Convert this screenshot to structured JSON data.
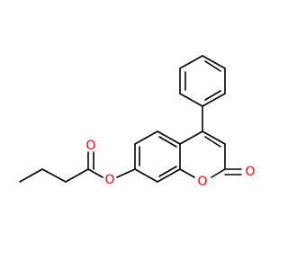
{
  "structure": {
    "atoms": {
      "ester_o": "O",
      "carbonyl_o_ester": "O",
      "ring_o": "O",
      "carbonyl_o_lactone": "O"
    },
    "colors": {
      "oxygen": "#ff0000",
      "bond": "#000000",
      "background": "#ffffff"
    }
  }
}
